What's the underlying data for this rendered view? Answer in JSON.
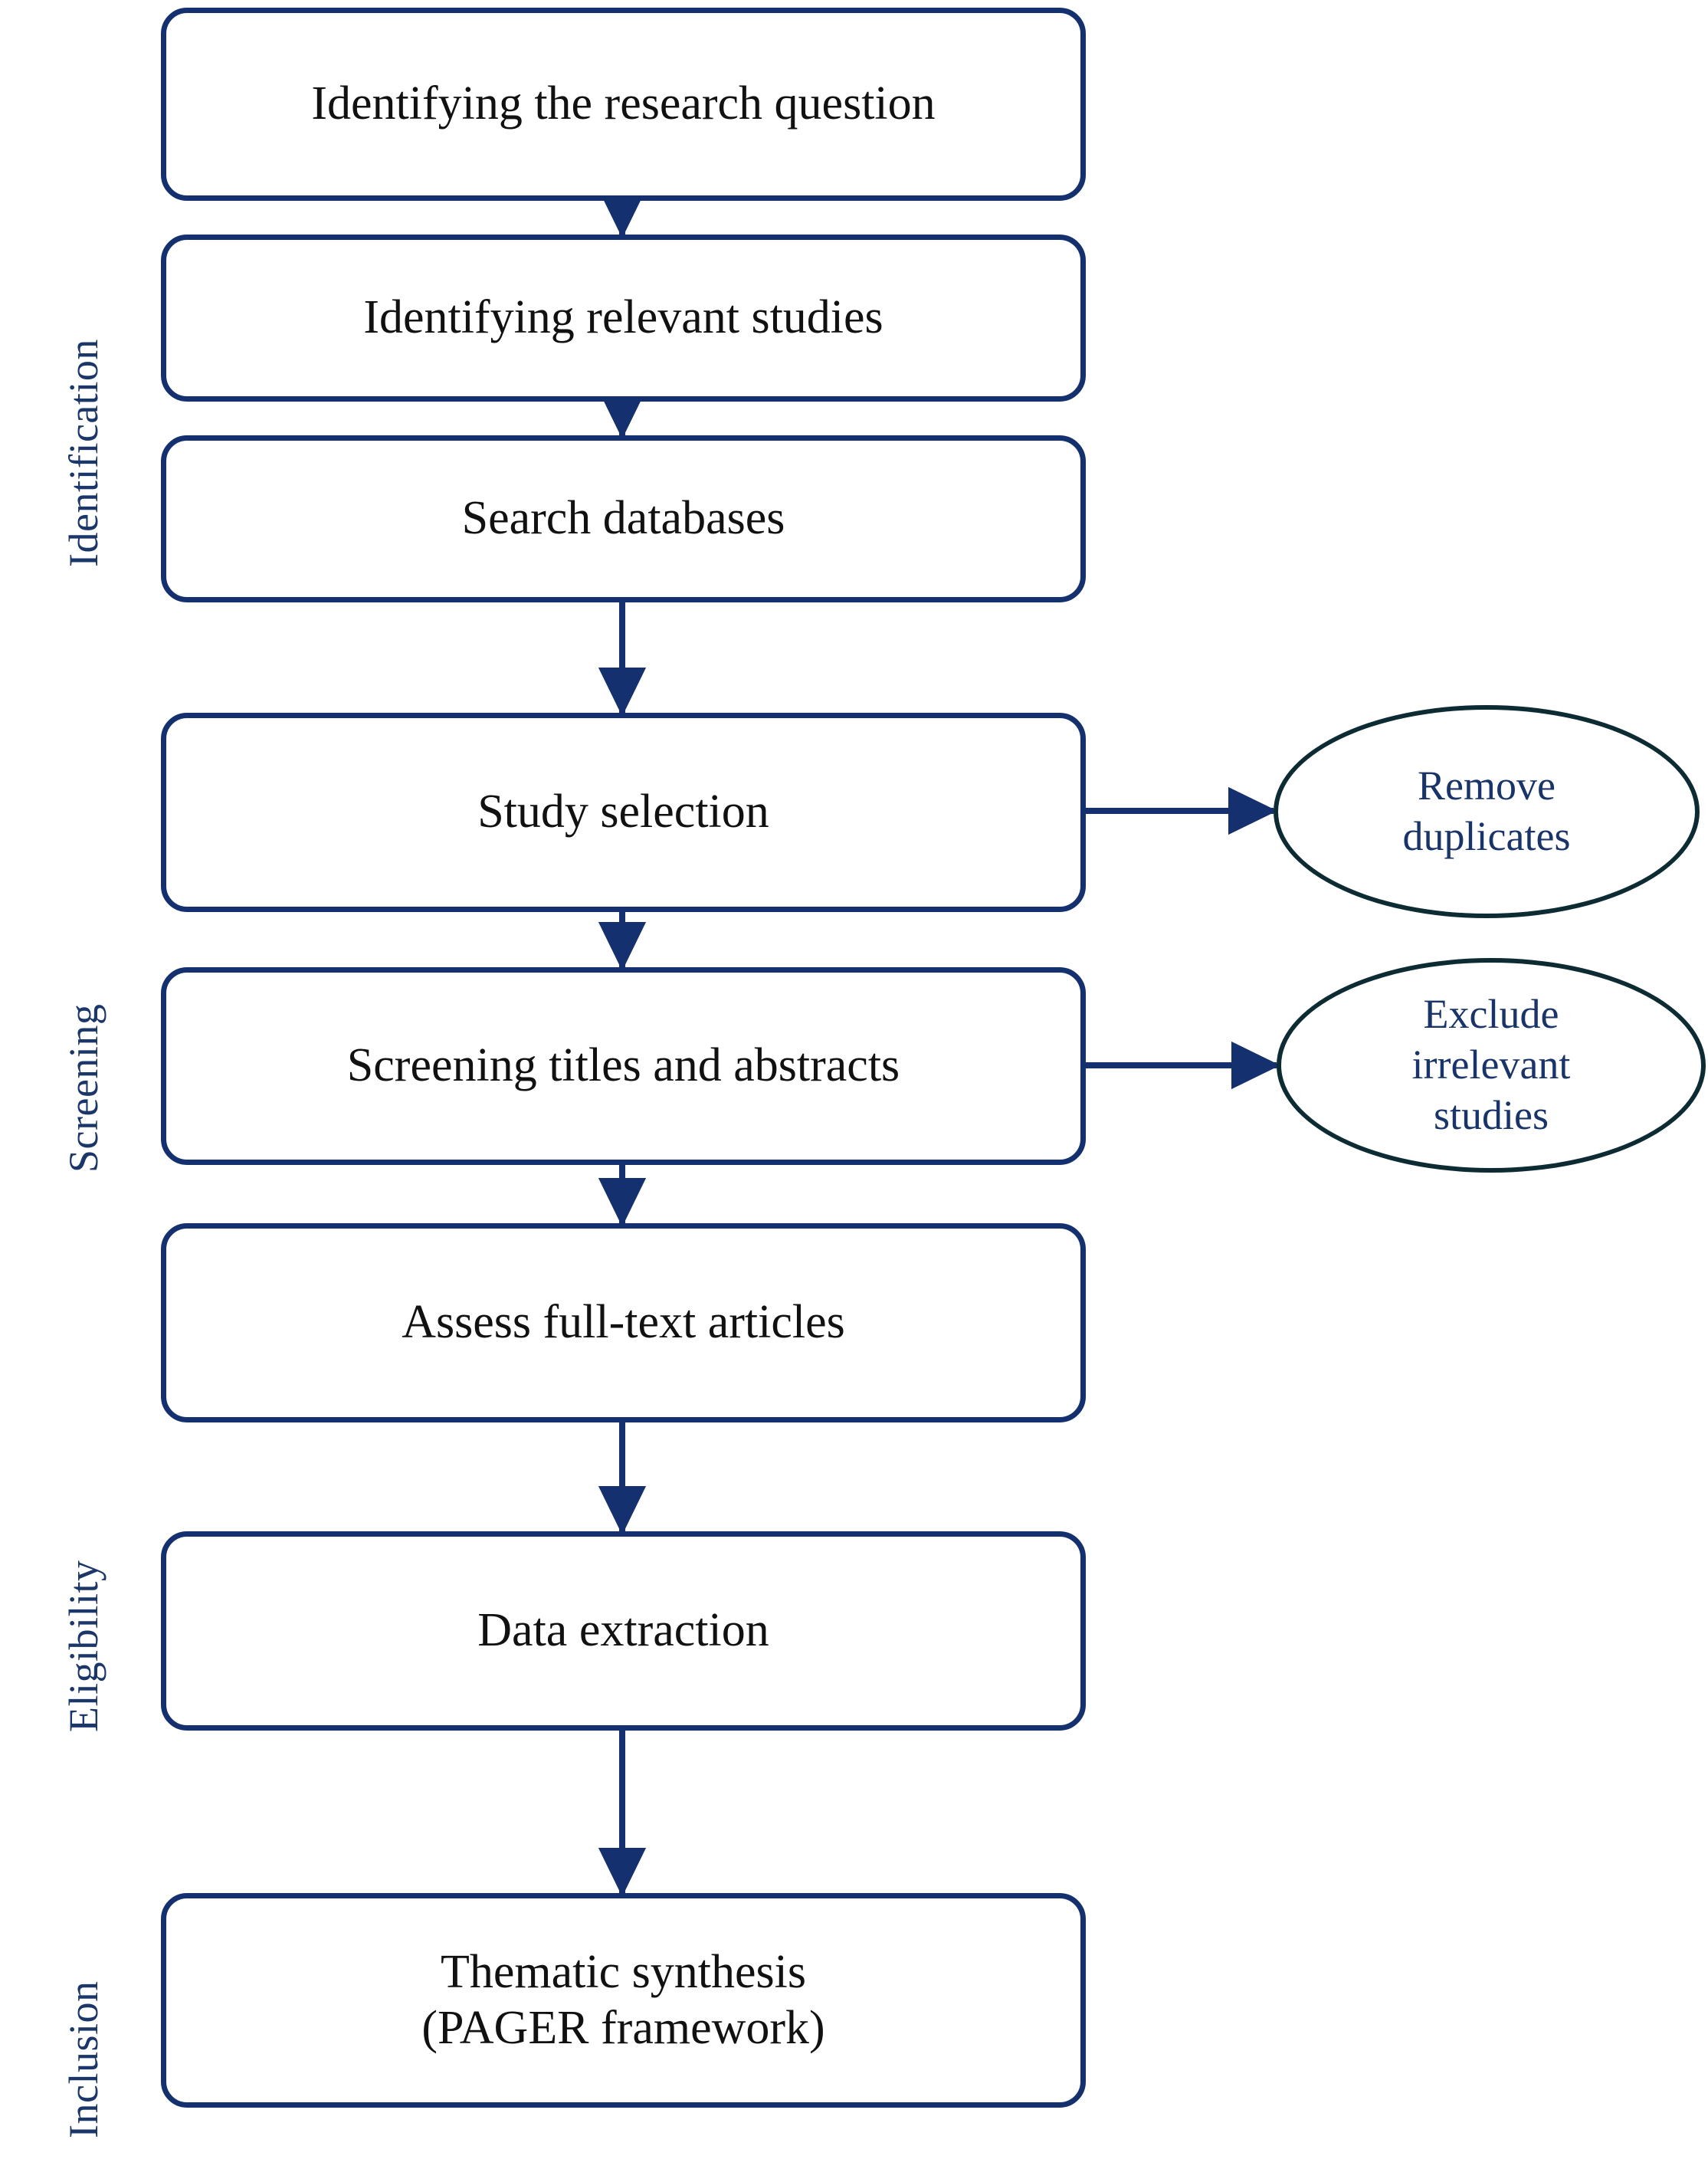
{
  "diagram": {
    "title": "PRISMA-style scoping review flow diagram",
    "accent_color": "#14306e",
    "label_color": "#1b3668",
    "ellipse_border_color": "#0d2b33",
    "ellipse_text_color": "#183468",
    "box_text_color": "#111111",
    "background": "#ffffff"
  },
  "stages": [
    {
      "id": "identification",
      "label": "Identification"
    },
    {
      "id": "screening",
      "label": "Screening"
    },
    {
      "id": "eligibility",
      "label": "Eligibility"
    },
    {
      "id": "inclusion",
      "label": "Inclusion"
    }
  ],
  "steps": [
    {
      "id": "identify-research-question",
      "line1": "Identifying the research question",
      "line2": ""
    },
    {
      "id": "identify-relevant-studies",
      "line1": "Identifying relevant studies",
      "line2": ""
    },
    {
      "id": "search-databases",
      "line1": "Search databases",
      "line2": ""
    },
    {
      "id": "study-selection",
      "line1": "Study selection",
      "line2": ""
    },
    {
      "id": "screening-titles-abstracts",
      "line1": "Screening titles and abstracts",
      "line2": ""
    },
    {
      "id": "assess-full-text-articles",
      "line1": "Assess full-text articles",
      "line2": ""
    },
    {
      "id": "data-extraction",
      "line1": "Data extraction",
      "line2": ""
    },
    {
      "id": "thematic-synthesis",
      "line1": "Thematic synthesis",
      "line2": "(PAGER framework)"
    }
  ],
  "side_nodes": [
    {
      "id": "remove-duplicates",
      "line1": "Remove",
      "line2": "duplicates",
      "line3": ""
    },
    {
      "id": "exclude-irrelevant-studies",
      "line1": "Exclude",
      "line2": "irrelevant",
      "line3": "studies"
    }
  ]
}
